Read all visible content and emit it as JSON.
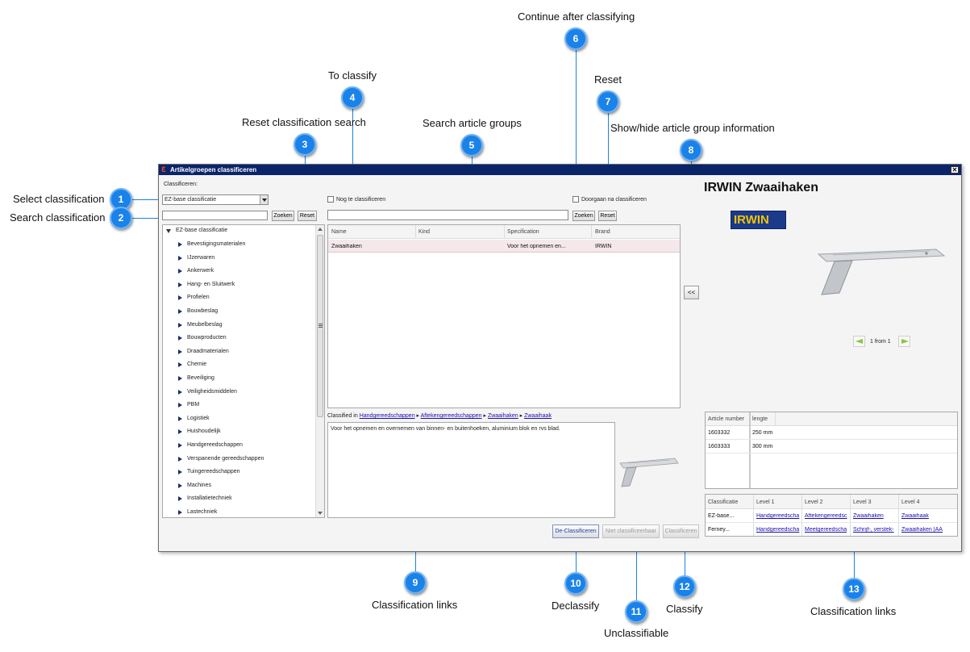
{
  "annotations": [
    {
      "num": "1",
      "label": "Select classification"
    },
    {
      "num": "2",
      "label": "Search classification"
    },
    {
      "num": "3",
      "label": "Reset classification search"
    },
    {
      "num": "4",
      "label": "To classify"
    },
    {
      "num": "5",
      "label": "Search article groups"
    },
    {
      "num": "6",
      "label": "Continue after classifying"
    },
    {
      "num": "7",
      "label": "Reset"
    },
    {
      "num": "8",
      "label": "Show/hide article group information"
    },
    {
      "num": "9",
      "label": "Classification links"
    },
    {
      "num": "10",
      "label": "Declassify"
    },
    {
      "num": "11",
      "label": "Unclassifiable"
    },
    {
      "num": "12",
      "label": "Classify"
    },
    {
      "num": "13",
      "label": "Classification links"
    }
  ],
  "window": {
    "title": "Artikelgroepen classificeren",
    "close": "✕",
    "classify_label": "Classificeren:",
    "classification_select": "EZ-base classificatie",
    "search_button": "Zoeken",
    "reset_button": "Reset",
    "to_classify_label": "Nog te classificeren",
    "continue_label": "Doorgaan na classificeren",
    "search_button2": "Zoeken",
    "reset_button2": "Reset",
    "toggle_button": "<<"
  },
  "tree": {
    "root": "EZ-base classificatie",
    "items": [
      "Bevestigingsmaterialen",
      "IJzerwaren",
      "Ankerwerk",
      "Hang- en Sluitwerk",
      "Profielen",
      "Bouwbeslag",
      "Meubelbeslag",
      "Bouwproducten",
      "Draadmaterialen",
      "Chemie",
      "Beveiliging",
      "Veiligheidsmiddelen",
      "PBM",
      "Logistiek",
      "Huishoudelijk",
      "Handgereedschappen",
      "Verspanende gereedschappen",
      "Tuingereedschappen",
      "Machines",
      "Installatietechniek",
      "Lastechniek"
    ]
  },
  "grid": {
    "columns": [
      "Name",
      "Kind",
      "Specification",
      "Brand"
    ],
    "rows": [
      [
        "Zwaaihaken",
        "",
        "Voor het opnemen en...",
        "IRWIN"
      ]
    ]
  },
  "classified": {
    "prefix": "Classified in",
    "path": [
      "Handgereedschappen",
      "Aftekengereedschappen",
      "Zwaaihaken",
      "Zwaaihaak"
    ],
    "description": "Voor het opnemen en overnemen van binnen- en buitenhoeken, aluminium blok en rvs blad."
  },
  "buttons": {
    "declassify": "De-Classificeren",
    "unclassifiable": "Niet classificeerbaar",
    "classify": "Classificeren"
  },
  "info": {
    "title": "IRWIN Zwaaihaken",
    "brand_logo": "IRWIN",
    "pager": "1 from 1",
    "articles": {
      "columns": [
        "Article number",
        "lengte"
      ],
      "rows": [
        [
          "1603332",
          "250 mm"
        ],
        [
          "1603333",
          "300 mm"
        ]
      ]
    },
    "classification": {
      "columns": [
        "Classificatie",
        "Level 1",
        "Level 2",
        "Level 3",
        "Level 4"
      ],
      "rows": [
        [
          "EZ-base...",
          "Handgereedscha",
          "Aftekengereedsc",
          "Zwaaihaken",
          "Zwaaihaak"
        ],
        [
          "Ferney...",
          "Handgereedscha",
          "Meetgereedscha",
          "Schrijf-, verstek-",
          "Zwaaihaken [AA"
        ]
      ]
    }
  },
  "colors": {
    "accent": "#1a82e8",
    "titlebar": "#0a246a",
    "brand_yellow": "#f5c400",
    "brand_blue": "#1b3a8a"
  }
}
